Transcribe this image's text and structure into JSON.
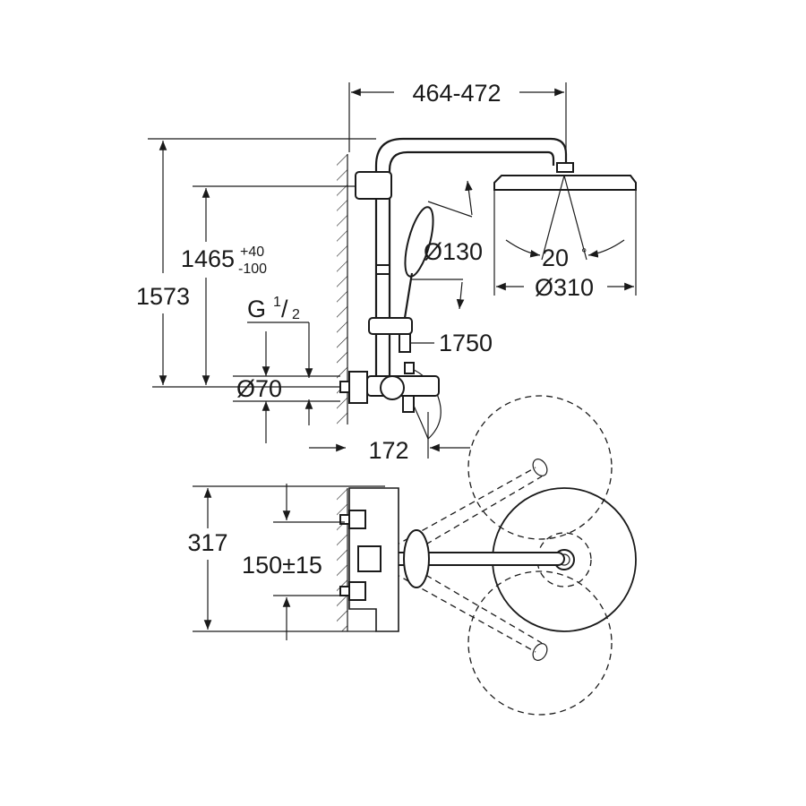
{
  "dimensions": {
    "width_range": "464-472",
    "height_total": "1573",
    "height_adjust": "1465",
    "height_tol_plus": "+40",
    "height_tol_minus": "-100",
    "thread_G": "G",
    "thread_num": "1",
    "thread_slash": "/",
    "thread_den": "2",
    "hand_shower_dia": "Ø130",
    "head_angle": "20",
    "head_angle_unit": "°",
    "head_dia": "Ø310",
    "hose_length": "1750",
    "escutcheon_dia": "Ø70",
    "projection": "172",
    "plan_depth": "317",
    "inlet_spacing": "150±15"
  }
}
